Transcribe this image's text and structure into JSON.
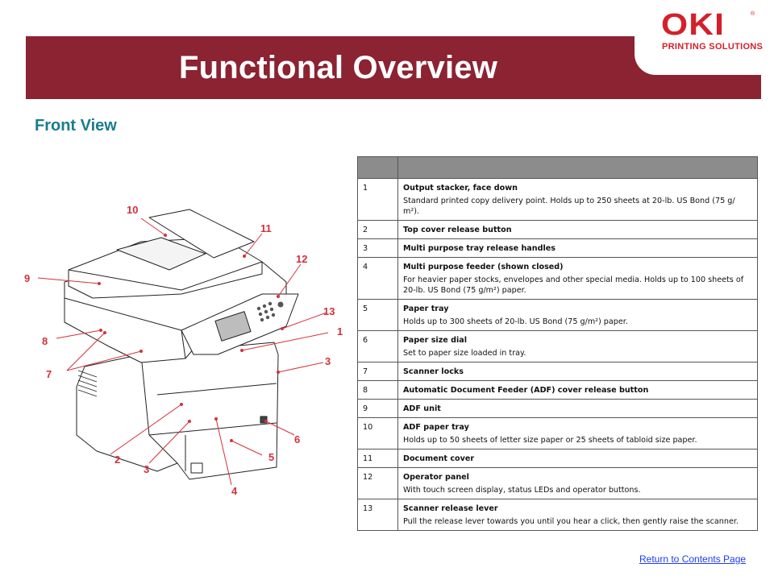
{
  "header": {
    "title": "Functional Overview"
  },
  "logo": {
    "word": "OKI",
    "registered": "®",
    "subtitle": "PRINTING SOLUTIONS"
  },
  "subtitle": "Front View",
  "diagram": {
    "callouts": [
      "1",
      "2",
      "3",
      "3",
      "4",
      "5",
      "6",
      "7",
      "8",
      "9",
      "10",
      "11",
      "12",
      "13"
    ]
  },
  "legend": {
    "rows": [
      {
        "num": "1",
        "title": "Output stacker, face down",
        "desc": "Standard printed copy delivery point. Holds up to 250 sheets at 20-lb. US Bond (75 g/ m²)."
      },
      {
        "num": "2",
        "title": "Top cover release button",
        "desc": ""
      },
      {
        "num": "3",
        "title": "Multi purpose tray release handles",
        "desc": ""
      },
      {
        "num": "4",
        "title": "Multi purpose feeder (shown closed)",
        "desc": "For heavier paper stocks, envelopes and other special media. Holds up to 100 sheets of 20-lb. US Bond (75 g/m²) paper."
      },
      {
        "num": "5",
        "title": "Paper tray",
        "desc": "Holds up to 300 sheets of 20-lb. US Bond (75 g/m²) paper."
      },
      {
        "num": "6",
        "title": "Paper size dial",
        "desc": "Set to paper size loaded in tray."
      },
      {
        "num": "7",
        "title": "Scanner locks",
        "desc": ""
      },
      {
        "num": "8",
        "title": "Automatic Document Feeder (ADF) cover release button",
        "desc": ""
      },
      {
        "num": "9",
        "title": "ADF unit",
        "desc": ""
      },
      {
        "num": "10",
        "title": "ADF paper tray",
        "desc": "Holds up to 50 sheets of letter size paper or 25 sheets of tabloid size paper."
      },
      {
        "num": "11",
        "title": "Document cover",
        "desc": ""
      },
      {
        "num": "12",
        "title": "Operator panel",
        "desc": "With touch screen display, status LEDs and operator buttons."
      },
      {
        "num": "13",
        "title": "Scanner release lever",
        "desc": "Pull the release lever towards you until you hear a click, then gently raise the scanner."
      }
    ]
  },
  "footer": {
    "return_link": "Return  to Contents  Page"
  },
  "colors": {
    "banner": "#8b2332",
    "brand_red": "#d4202a",
    "subtitle": "#1a7c8c",
    "callout": "#d4313c",
    "table_header": "#8c8c8c",
    "link": "#1c3df2"
  }
}
